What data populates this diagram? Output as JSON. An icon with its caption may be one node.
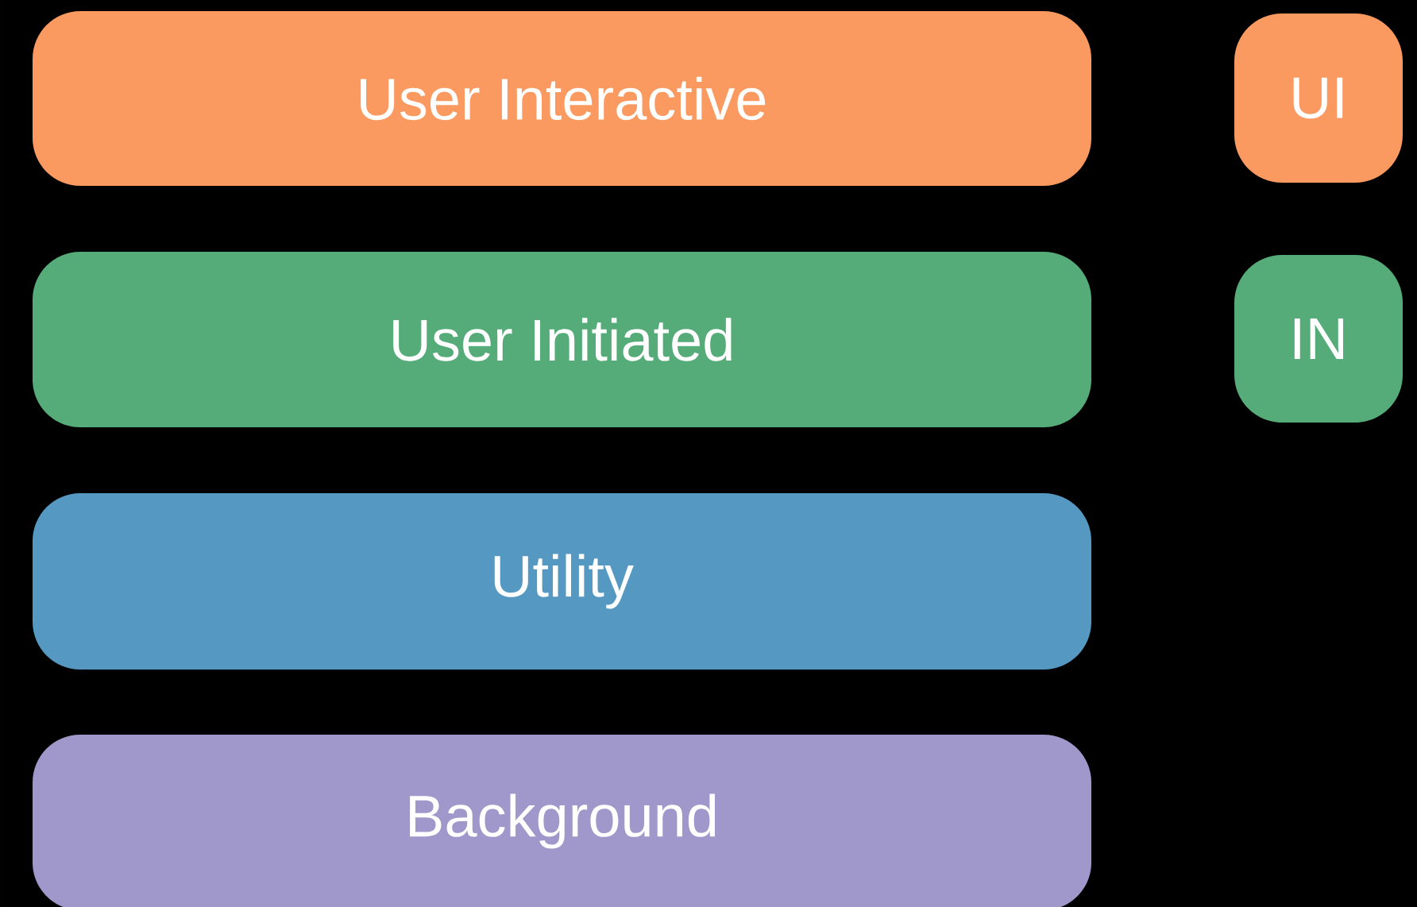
{
  "diagram": {
    "nodes": [
      {
        "text": [
          "User Interactive"
        ]
      },
      {
        "text": [
          "UI"
        ]
      },
      {
        "text": [
          "User Initiated"
        ]
      },
      {
        "text": [
          "IN"
        ]
      },
      {
        "text": [
          "Utility"
        ]
      },
      {
        "text": [
          "Background"
        ]
      }
    ]
  }
}
